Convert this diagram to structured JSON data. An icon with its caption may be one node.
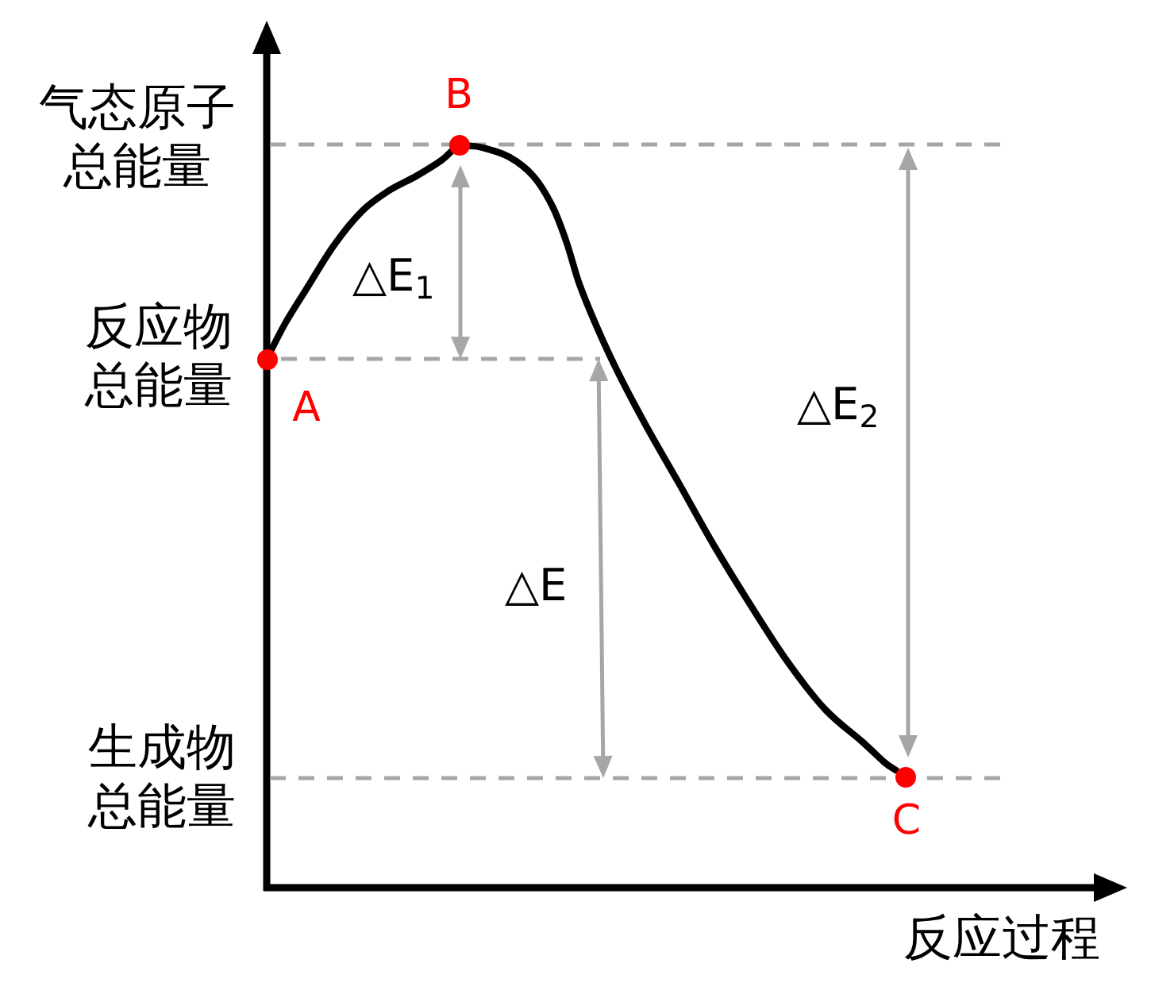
{
  "diagram": {
    "nodes": [
      {
        "text": [],
        "shape": "circle",
        "beside": [
          "A"
        ]
      },
      {
        "text": [],
        "shape": "circle",
        "beside": [
          "B"
        ]
      },
      {
        "text": [],
        "shape": "circle",
        "beside": [
          "C"
        ]
      }
    ],
    "edges": [
      {
        "from": 0,
        "to": 1,
        "arrow": "none"
      },
      {
        "from": 1,
        "to": 2,
        "arrow": "none"
      }
    ],
    "labels": [
      "气态原子总能量",
      "△E$_{1}$",
      "反应物总能量",
      "△E$_{2}$",
      "△E",
      "生成物总能量",
      "反应过程"
    ]
  }
}
